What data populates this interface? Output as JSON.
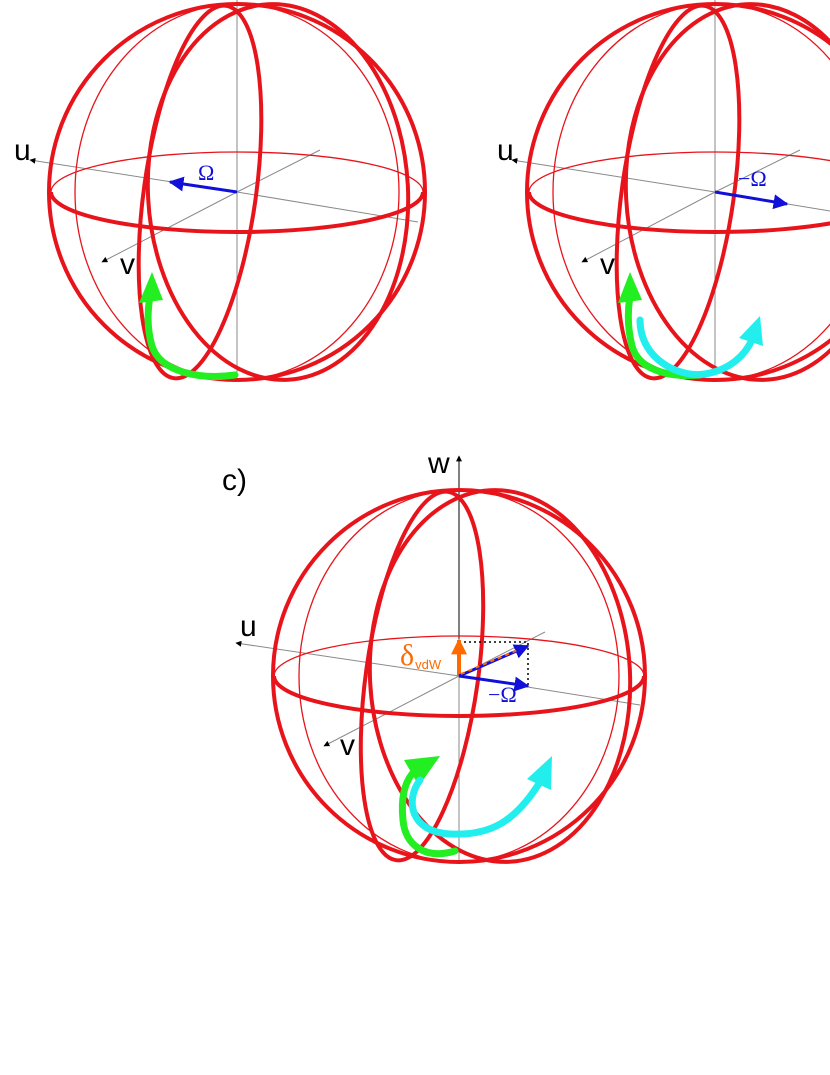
{
  "colors": {
    "sphere": "#e8141b",
    "axis": "#777777",
    "field_vector": "#1010d8",
    "vdw_shift": "#ff6a00",
    "green_arrow": "#22ee22",
    "cyan_arrow": "#22eeee"
  },
  "panel_a": {
    "label_u": "u",
    "label_v": "v",
    "label_omega": "Ω"
  },
  "panel_b": {
    "label_u": "u",
    "label_v": "v",
    "label_omega": "−Ω"
  },
  "panel_c": {
    "panel_label": "c)",
    "label_w": "w",
    "label_u": "u",
    "label_v": "v",
    "label_omega": "−Ω",
    "label_delta": "δ",
    "label_delta_sub": "vdW"
  }
}
